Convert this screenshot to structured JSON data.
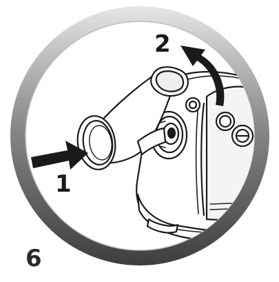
{
  "step": {
    "number": "6"
  },
  "callouts": [
    {
      "label": "1",
      "meaning": "push-arrow"
    },
    {
      "label": "2",
      "meaning": "rotate-arrow"
    }
  ],
  "icons": {
    "push_arrow": "arrow-right-icon",
    "rotate_arrow": "curved-arrow-icon"
  },
  "colors": {
    "ring_dark": "#5a5a5a",
    "ring_light": "#d9d9d9",
    "ink": "#1a1a1a",
    "background": "#ffffff"
  }
}
